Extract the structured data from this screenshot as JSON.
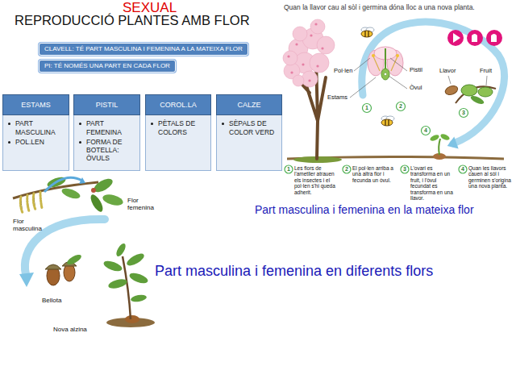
{
  "diagram": {
    "title": "REPRODUCCIÓ PLANTES AMB FLOR",
    "nodes": [
      {
        "text": [
          "CLAVELL: TÉ PART MASCULINA I FEMENINA A LA MATEIXA FLOR"
        ]
      },
      {
        "text": [
          "PI: TÉ NOMÉS UNA PART EN CADA FLOR"
        ]
      },
      {
        "text": [
          "ESTAMS",
          "PART MASCULINA",
          "POL.LEN"
        ]
      },
      {
        "text": [
          "PISTIL",
          "PART FEMENINA",
          "FORMA DE BOTELLA: ÒVULS"
        ]
      },
      {
        "text": [
          "COROL.LA",
          "PÈTALS DE COLORS"
        ]
      },
      {
        "text": [
          "CALZE",
          "SÈPALS DE COLOR VERD"
        ]
      }
    ],
    "labels": [
      "SEXUAL",
      "Quan la llavor cau al sòl i germina dóna lloc a una nova planta.",
      "Pol·len",
      "Pistil",
      "Estams",
      "Òvul",
      "Llavor",
      "Fruit",
      "1",
      "2",
      "3",
      "4",
      "1",
      "Les flors de l'ametller atrauen els insectes i el pol·len s'hi queda adherit.",
      "2",
      "El pol·len arriba a una altra flor i fecunda un òvul.",
      "3",
      "L'ovari es transforma en un fruit, i l'òvul fecundat es transforma en una llavor.",
      "4",
      "Quan les llavors cauen al sòl i germinen s'origina una nova planta.",
      "Part masculina i femenina en la mateixa flor",
      "Flor femenina",
      "Flor masculina",
      "Bellota",
      "Nova alzina",
      "Part masculina i femenina en diferents flors"
    ]
  }
}
